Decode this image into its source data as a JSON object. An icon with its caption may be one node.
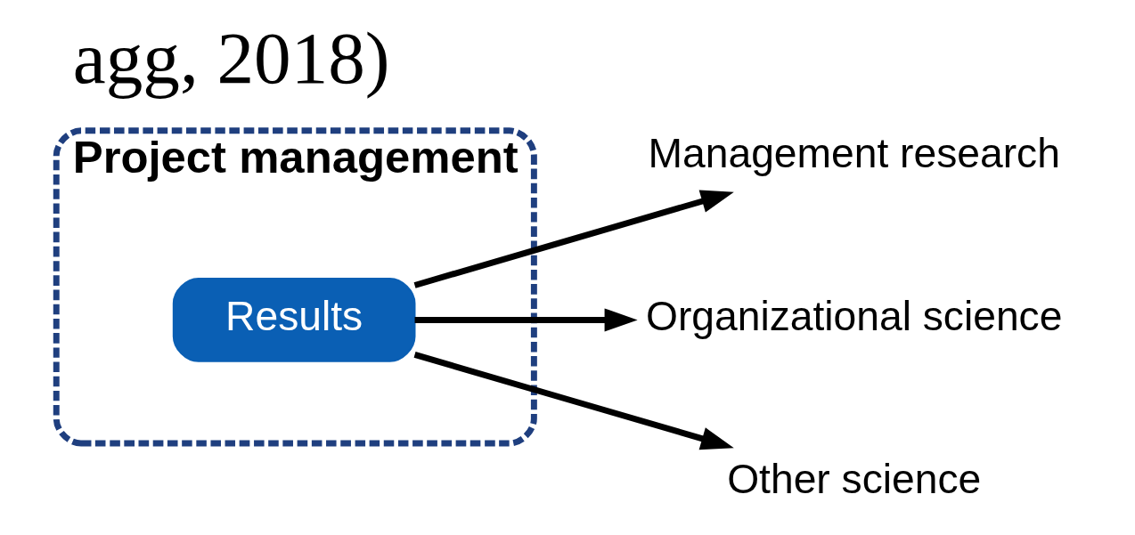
{
  "diagram": {
    "title": "agg, 2018)",
    "nodes": [
      {
        "text": [
          "Project management"
        ]
      },
      {
        "text": [
          "Results"
        ],
        "in": 0
      },
      {
        "text": [
          "Management research"
        ]
      },
      {
        "text": [
          "Organizational science"
        ]
      },
      {
        "text": [
          "Other science"
        ]
      }
    ],
    "edges": [
      {
        "from": 1,
        "to": 2,
        "arrow": "to"
      },
      {
        "from": 1,
        "to": 3,
        "arrow": "to"
      },
      {
        "from": 1,
        "to": 4,
        "arrow": "to"
      }
    ]
  }
}
